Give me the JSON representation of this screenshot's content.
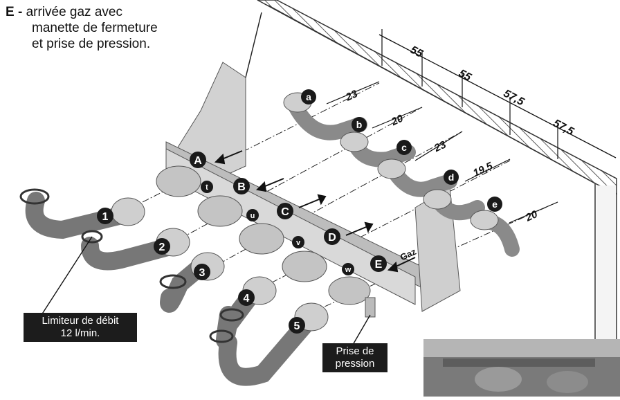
{
  "caption": {
    "letter": "E -",
    "lines": [
      "arrivée gaz avec",
      "manette de fermeture",
      "et prise de pression."
    ]
  },
  "dimensions": {
    "top": [
      "55",
      "55",
      "57,5",
      "57,5"
    ],
    "side": [
      "23",
      "20",
      "23",
      "19,5",
      "20"
    ]
  },
  "pipe_letters": [
    "a",
    "b",
    "c",
    "d",
    "e"
  ],
  "manifold_letters": [
    "A",
    "B",
    "C",
    "D",
    "E"
  ],
  "valve_letters": [
    "t",
    "u",
    "v",
    "w"
  ],
  "connection_numbers": [
    "1",
    "2",
    "3",
    "4",
    "5"
  ],
  "gas_label": "Gaz",
  "flow_limiter": {
    "line1": "Limiteur de débit",
    "line2": "12 l/min."
  },
  "pressure_tap": {
    "line1": "Prise de",
    "line2": "pression"
  },
  "colors": {
    "part_fill": "#c8c8c8",
    "part_dark": "#6e6e6e",
    "label_bg": "#1c1c1c"
  }
}
